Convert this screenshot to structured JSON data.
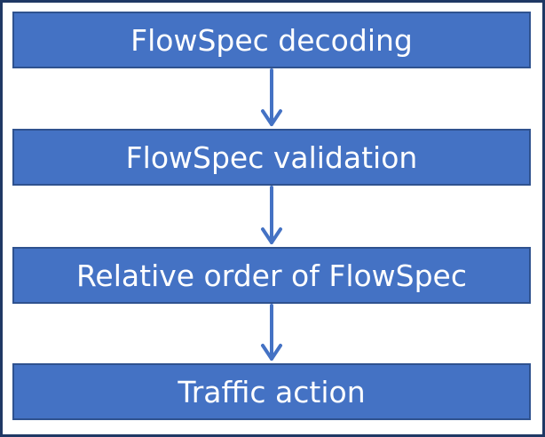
{
  "diagram": {
    "steps": [
      {
        "label": "FlowSpec decoding"
      },
      {
        "label": "FlowSpec validation"
      },
      {
        "label": "Relative order of FlowSpec"
      },
      {
        "label": "Traffic action"
      }
    ],
    "colors": {
      "box_fill": "#4472c4",
      "box_border": "#2f528f",
      "arrow": "#4472c4",
      "frame_border": "#1f3864",
      "text": "#ffffff"
    }
  }
}
